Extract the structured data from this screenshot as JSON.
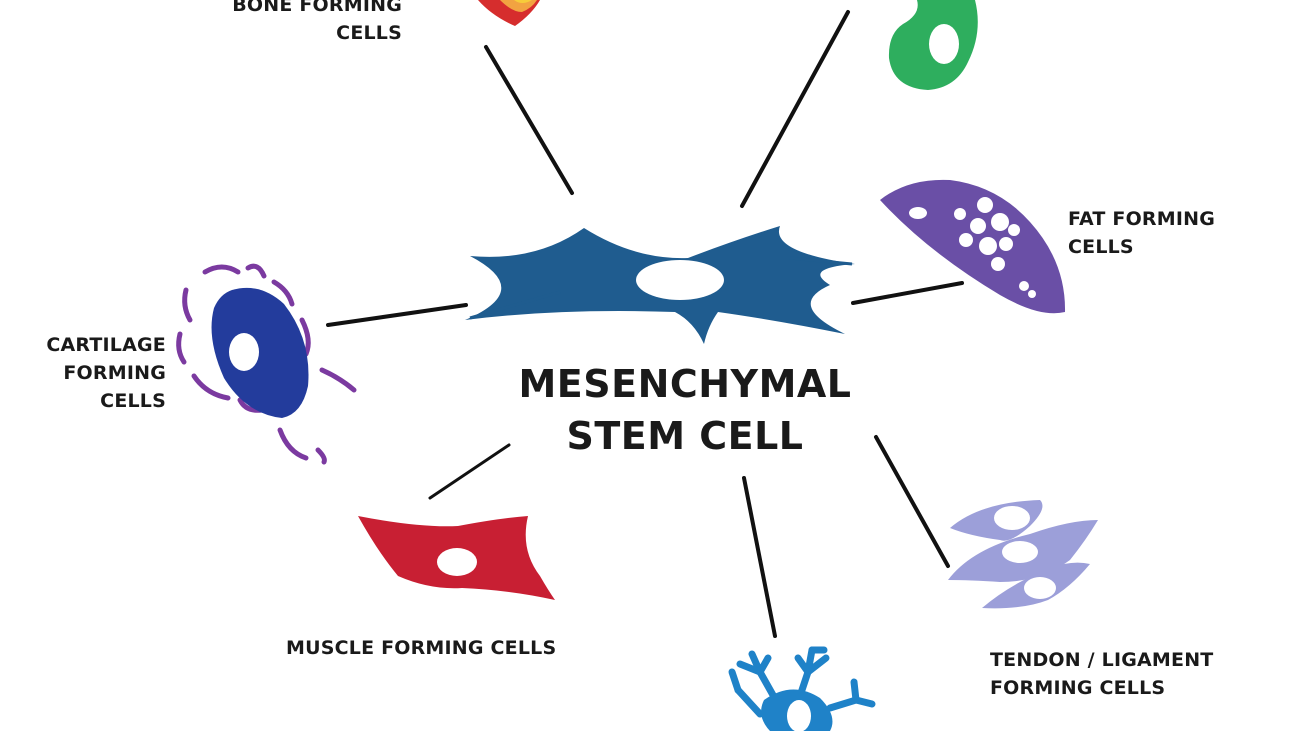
{
  "title": {
    "line1": "MESENCHYMAL",
    "line2": "STEM CELL"
  },
  "labels": {
    "bone": {
      "line1": "BONE FORMING",
      "line2": "CELLS"
    },
    "fat": {
      "line1": "FAT FORMING",
      "line2": "CELLS"
    },
    "cartilage": {
      "line1": "CARTILAGE",
      "line2": "FORMING",
      "line3": "CELLS"
    },
    "muscle": "MUSCLE FORMING CELLS",
    "tendon": {
      "line1": "TENDON / LIGAMENT",
      "line2": "FORMING CELLS"
    }
  },
  "colors": {
    "stem": "#1f5c8f",
    "bone": "#d62d2d",
    "bone_stripe": "#f2a341",
    "green_cell": "#2eae5e",
    "fat": "#6a4fa6",
    "cartilage": "#233c9c",
    "cartilage_matrix": "#7b3aa0",
    "muscle": "#c81f33",
    "tendon": "#9c9fd9",
    "neuron": "#1f82c8",
    "line": "#111111",
    "text": "#1a1a1a"
  }
}
